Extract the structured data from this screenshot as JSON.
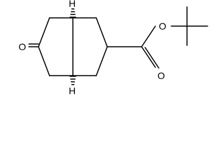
{
  "molecule": {
    "atom_labels": {
      "ketone_oxygen": "O",
      "ester_carbonyl_oxygen": "O",
      "ester_ether_oxygen": "O",
      "ring_fusion_h_top": "H",
      "ring_fusion_h_bottom": "H"
    }
  }
}
